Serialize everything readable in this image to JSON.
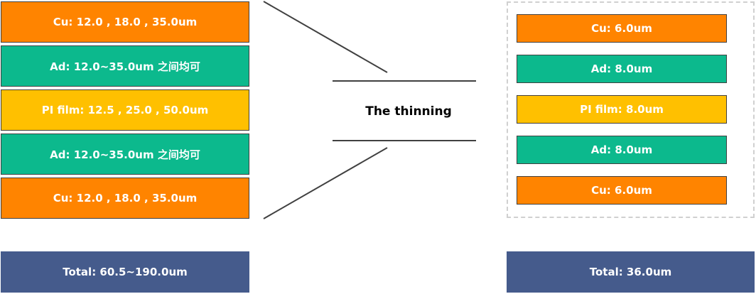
{
  "colors": {
    "cu": "#FF8400",
    "ad": "#0CB98D",
    "pi": "#FFC000",
    "total": "#455B8C",
    "border": "#404040",
    "dashed": "#D0D0D0"
  },
  "before": {
    "layers": [
      {
        "label": "Cu: 12.0 , 18.0 , 35.0um",
        "material": "cu"
      },
      {
        "label": "Ad: 12.0~35.0um 之间均可",
        "material": "ad"
      },
      {
        "label": "PI film: 12.5 , 25.0 , 50.0um",
        "material": "pi"
      },
      {
        "label": "Ad: 12.0~35.0um 之间均可",
        "material": "ad"
      },
      {
        "label": "Cu: 12.0 , 18.0 , 35.0um",
        "material": "cu"
      }
    ],
    "total": "Total: 60.5~190.0um"
  },
  "process": {
    "label": "The thinning"
  },
  "after": {
    "layers": [
      {
        "label": "Cu: 6.0um",
        "material": "cu"
      },
      {
        "label": "Ad: 8.0um",
        "material": "ad"
      },
      {
        "label": "PI film: 8.0um",
        "material": "pi"
      },
      {
        "label": "Ad: 8.0um",
        "material": "ad"
      },
      {
        "label": "Cu: 6.0um",
        "material": "cu"
      }
    ],
    "total": "Total: 36.0um"
  }
}
